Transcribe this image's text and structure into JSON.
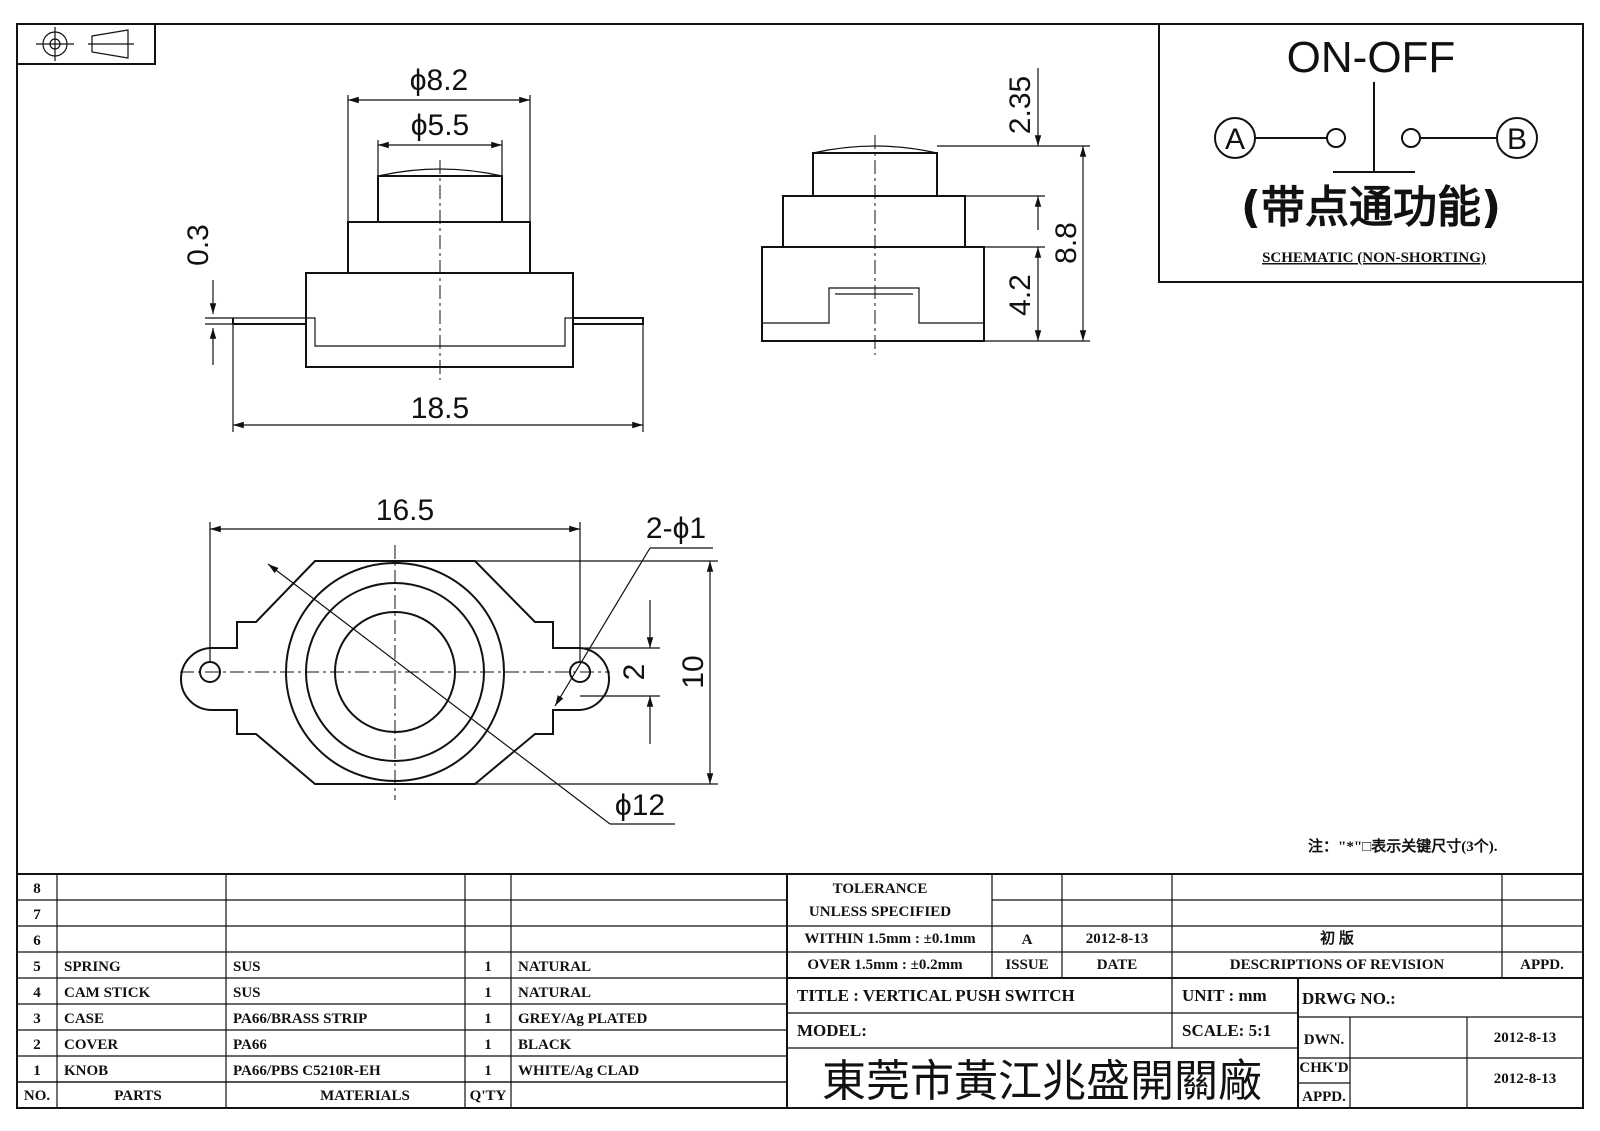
{
  "dimensions": {
    "d_outer_top": "ϕ8.2",
    "d_inner_top": "ϕ5.5",
    "flange_thickness": "0.3",
    "overall_width": "18.5",
    "knob_height": "2.35",
    "total_height": "8.8",
    "base_height": "4.2",
    "hole_span": "16.5",
    "hole_dia": "2-ϕ1",
    "hole_width": "2",
    "body_height": "10",
    "ring_dia": "ϕ12"
  },
  "schematic": {
    "title": "ON-OFF",
    "terminal_a": "A",
    "terminal_b": "B",
    "function_cn": "(带点通功能)",
    "caption": "SCHEMATIC (NON-SHORTING)"
  },
  "note": "注：\"*\"□表示关键尺寸(3个).",
  "bom": {
    "rows": [
      {
        "no": "8",
        "part": "",
        "material": "",
        "qty": "",
        "finish": ""
      },
      {
        "no": "7",
        "part": "",
        "material": "",
        "qty": "",
        "finish": ""
      },
      {
        "no": "6",
        "part": "",
        "material": "",
        "qty": "",
        "finish": ""
      },
      {
        "no": "5",
        "part": "SPRING",
        "material": "SUS",
        "qty": "1",
        "finish": "NATURAL"
      },
      {
        "no": "4",
        "part": "CAM STICK",
        "material": "SUS",
        "qty": "1",
        "finish": "NATURAL"
      },
      {
        "no": "3",
        "part": "CASE",
        "material": "PA66/BRASS STRIP",
        "qty": "1",
        "finish": "GREY/Ag PLATED"
      },
      {
        "no": "2",
        "part": "COVER",
        "material": "PA66",
        "qty": "1",
        "finish": "BLACK"
      },
      {
        "no": "1",
        "part": "KNOB",
        "material": "PA66/PBS C5210R-EH",
        "qty": "1",
        "finish": "WHITE/Ag CLAD"
      }
    ],
    "headers": {
      "no": "NO.",
      "parts": "PARTS",
      "materials": "MATERIALS",
      "qty": "Q'TY"
    }
  },
  "title_block": {
    "tolerance_1": "TOLERANCE",
    "tolerance_2": "UNLESS  SPECIFIED",
    "within": "WITHIN 1.5mm : ±0.1mm",
    "over": "OVER 1.5mm : ±0.2mm",
    "issue_val": "A",
    "date_val": "2012-8-13",
    "revision_desc": "初  版",
    "issue_label": "ISSUE",
    "date_label": "DATE",
    "desc_label": "DESCRIPTIONS  OF  REVISION",
    "appd_label": "APPD.",
    "title": "TITLE :  VERTICAL  PUSH  SWITCH",
    "unit": "UNIT :  mm",
    "drwg_no": "DRWG NO.:",
    "model": "MODEL:",
    "scale": "SCALE:  5:1",
    "dwn": "DWN.",
    "dwn_date": "2012-8-13",
    "chkd": "CHK'D",
    "chkd_date": "2012-8-13",
    "appd": "APPD.",
    "company": "東莞市黃江兆盛開關廠"
  }
}
